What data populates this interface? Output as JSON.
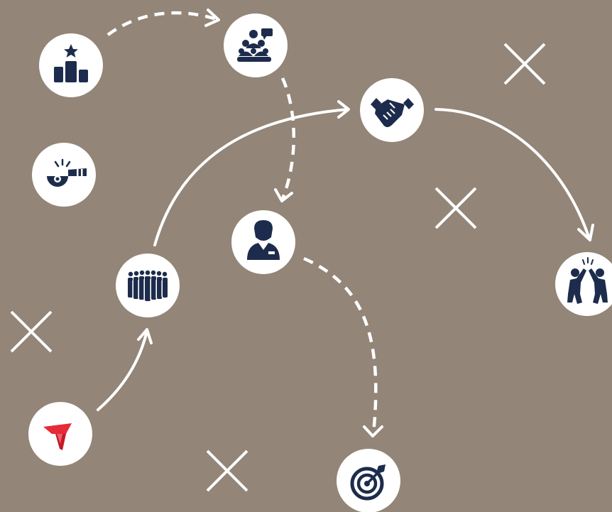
{
  "diagram": {
    "background": "#938577",
    "ink_color": "#1d2c4c",
    "brand_colors": [
      "#e52a38",
      "#c31a2a"
    ],
    "nodes": [
      {
        "id": "leaderboard",
        "icon": "podium-star-icon"
      },
      {
        "id": "team-meeting",
        "icon": "group-discussion-icon"
      },
      {
        "id": "handshake",
        "icon": "handshake-icon"
      },
      {
        "id": "whistle",
        "icon": "whistle-icon"
      },
      {
        "id": "employee",
        "icon": "employee-icon"
      },
      {
        "id": "crowd",
        "icon": "crowd-icon"
      },
      {
        "id": "high-five",
        "icon": "high-five-icon"
      },
      {
        "id": "logo",
        "icon": "brand-logo-icon"
      },
      {
        "id": "target",
        "icon": "target-icon"
      }
    ],
    "connections": [
      {
        "from": "leaderboard",
        "to": "team-meeting",
        "style": "dashed"
      },
      {
        "from": "team-meeting",
        "to": "employee",
        "style": "dashed"
      },
      {
        "from": "employee",
        "to": "target",
        "style": "dashed"
      },
      {
        "from": "logo",
        "to": "crowd",
        "style": "solid"
      },
      {
        "from": "crowd",
        "to": "handshake",
        "style": "solid"
      },
      {
        "from": "handshake",
        "to": "high-five",
        "style": "solid"
      }
    ],
    "markers": [
      "cross",
      "cross",
      "cross",
      "cross"
    ]
  }
}
